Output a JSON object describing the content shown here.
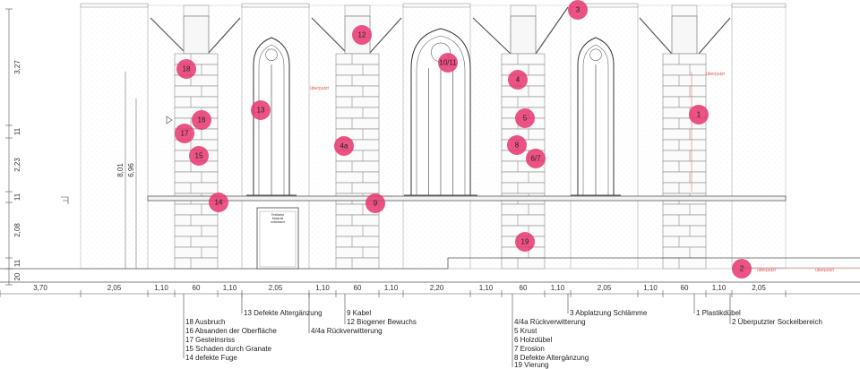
{
  "colors": {
    "marker": "#e8356e",
    "stone_line": "#9a9a9a",
    "structure": "#444444",
    "note": "#e05a5a"
  },
  "markers": [
    {
      "id": "1",
      "label": "1"
    },
    {
      "id": "2",
      "label": "2"
    },
    {
      "id": "3",
      "label": "3"
    },
    {
      "id": "4",
      "label": "4"
    },
    {
      "id": "4a",
      "label": "4a"
    },
    {
      "id": "5",
      "label": "5"
    },
    {
      "id": "67",
      "label": "6/7"
    },
    {
      "id": "8",
      "label": "8"
    },
    {
      "id": "9",
      "label": "9"
    },
    {
      "id": "1011",
      "label": "10/11"
    },
    {
      "id": "12",
      "label": "12"
    },
    {
      "id": "13",
      "label": "13"
    },
    {
      "id": "14",
      "label": "14"
    },
    {
      "id": "15",
      "label": "15"
    },
    {
      "id": "16",
      "label": "16"
    },
    {
      "id": "17",
      "label": "17"
    },
    {
      "id": "18",
      "label": "18"
    },
    {
      "id": "19",
      "label": "19"
    }
  ],
  "vertical_dims": [
    "20",
    "11",
    "2,08",
    "11",
    "2,23",
    "11",
    "3,27"
  ],
  "height_dims": [
    "8,01",
    "6,96"
  ],
  "horizontal_dims": [
    "3,70",
    "2,05",
    "1,10",
    "60",
    "1,10",
    "2,05",
    "1,10",
    "60",
    "1,10",
    "2,20",
    "1,10",
    "60",
    "1,10",
    "2,05",
    "1,10",
    "60",
    "1,10",
    "2,05"
  ],
  "notes": {
    "ueberputzt": "überputzt"
  },
  "legend": {
    "group1": [
      "18 Ausbruch",
      "16 Absanden der Oberfläche",
      "17 Gesteinsriss",
      "15 Schaden durch Granate",
      "14 defekte Fuge"
    ],
    "group2": [
      "13 Defekte Altergänzung"
    ],
    "group3": [
      "4/4a Rückverwitterung"
    ],
    "group4": [
      "9 Kabel",
      "12 Biogener Bewuchs"
    ],
    "group5": [
      "4/4a Rückverwitterung",
      "5 Krust",
      "6 Holzdübel",
      "7 Erosion",
      "8 Defekte Altergänzung",
      "19 Vierung"
    ],
    "group6": [
      "3 Abplatzung Schlämme"
    ],
    "group7": [
      "1 Plastikdübel"
    ],
    "group8": [
      "2 Überputzter Sockelbereich"
    ]
  }
}
